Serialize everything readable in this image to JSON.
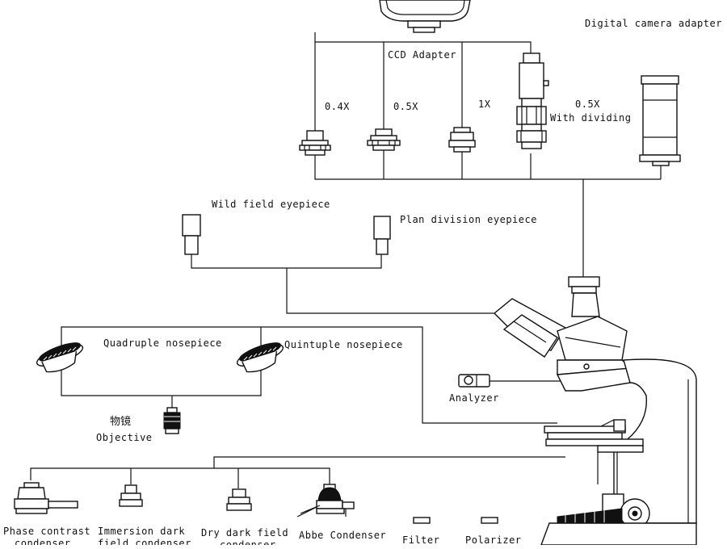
{
  "labels": {
    "digital_camera_adapter": "Digital camera adapter",
    "ccd_adapter": "CCD Adapter",
    "mag_04x": "0.4X",
    "mag_05x": "0.5X",
    "mag_1x": "1X",
    "mag_05x_dividing": "0.5X",
    "with_dividing": "With dividing",
    "wide_field_eyepiece": "Wild field eyepiece",
    "plan_division_eyepiece": "Plan division eyepiece",
    "quadruple_nosepiece": "Quadruple nosepiece",
    "quintuple_nosepiece": "Quintuple nosepiece",
    "analyzer": "Analyzer",
    "objective_cn": "物镜",
    "objective": "Objective",
    "phase_contrast": "Phase contrast",
    "phase_contrast_2": "condenser",
    "immersion_dark": "Immersion dark",
    "immersion_dark_2": "field condenser",
    "dry_dark_field": "Dry dark field",
    "dry_dark_field_2": "condenser",
    "abbe_condenser": "Abbe Condenser",
    "filter": "Filter",
    "polarizer": "Polarizer"
  }
}
